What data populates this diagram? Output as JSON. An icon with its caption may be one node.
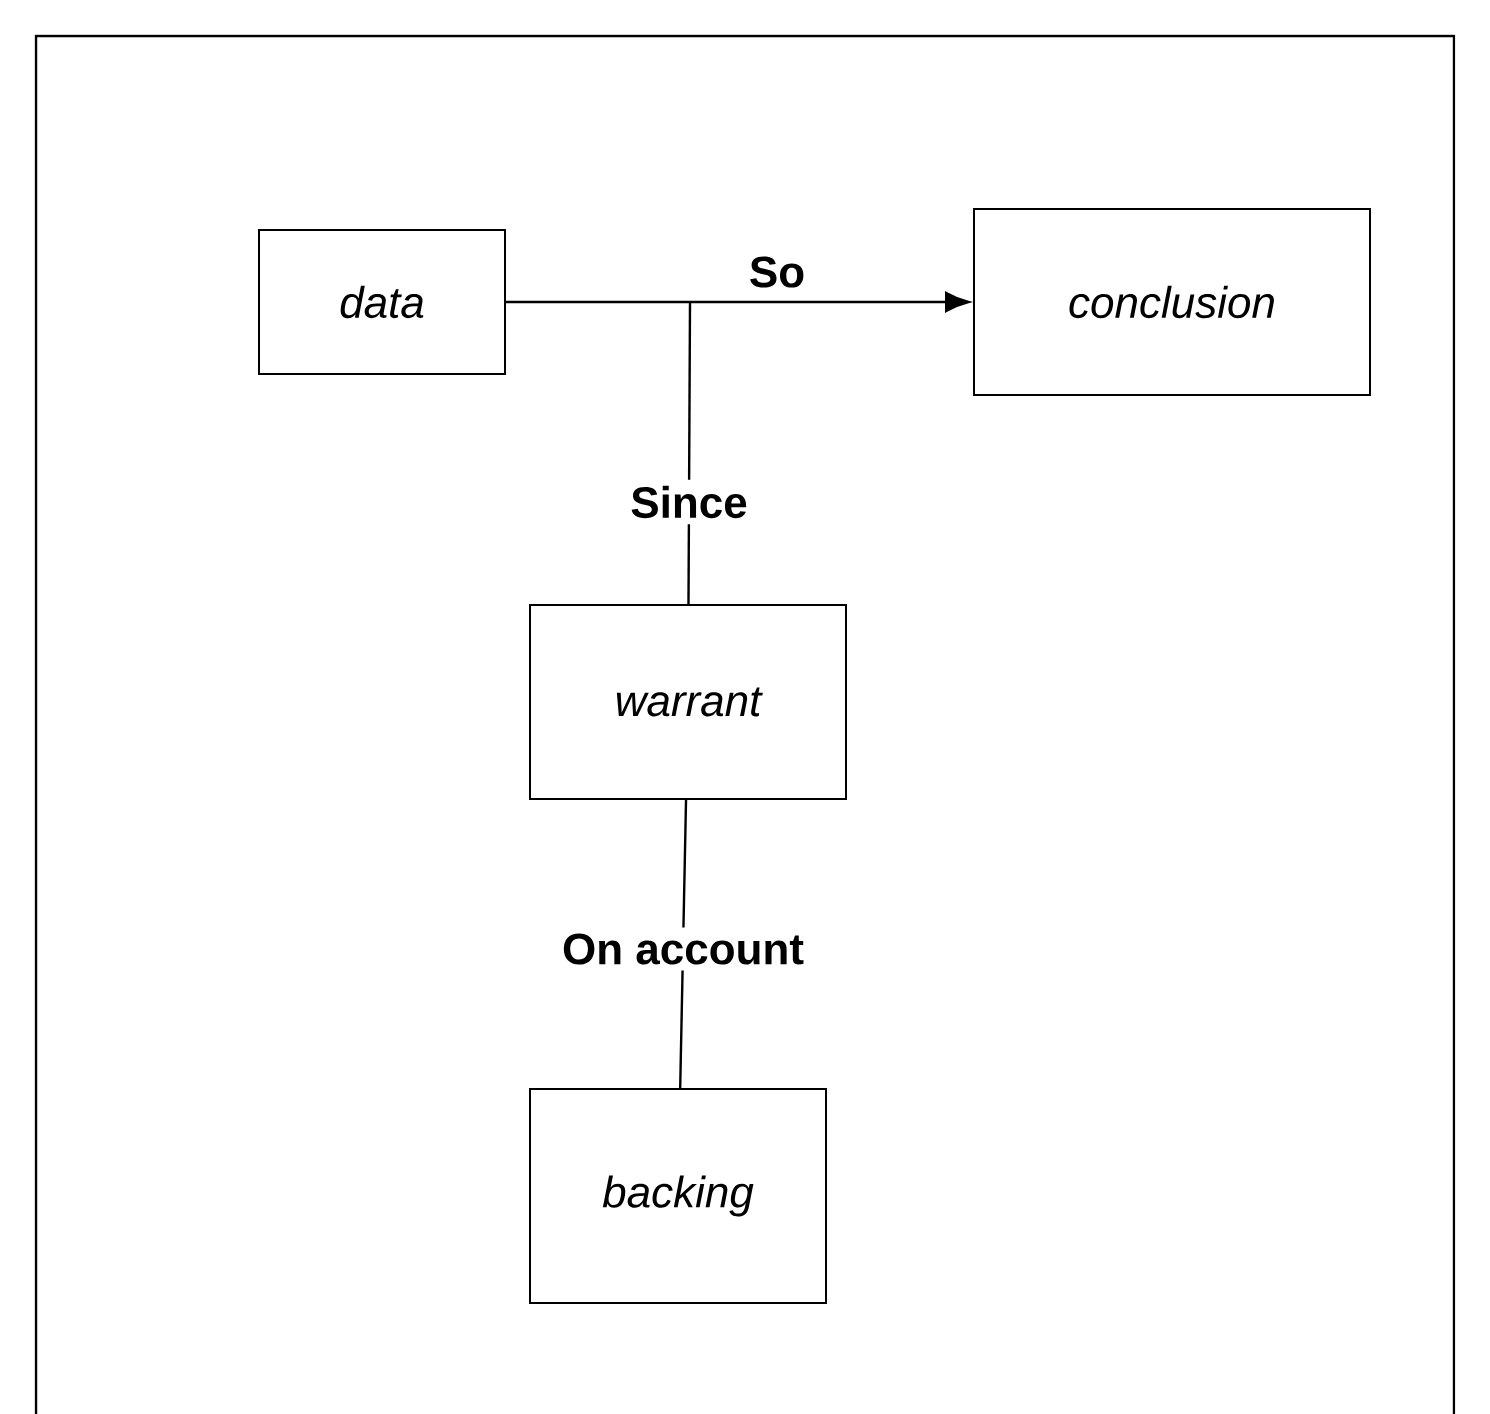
{
  "diagram": {
    "nodes": [
      {
        "text": [
          "data"
        ]
      },
      {
        "text": [
          "conclusion"
        ]
      },
      {
        "text": [
          "warrant"
        ]
      },
      {
        "text": [
          "backing"
        ]
      }
    ],
    "edges": [
      {
        "from": 0,
        "to": 1,
        "arrow": "to",
        "label": "So"
      },
      {
        "from": 2,
        "to": null,
        "arrow": "none",
        "label": "Since"
      },
      {
        "from": 2,
        "to": 3,
        "arrow": "none",
        "label": "On account"
      }
    ]
  }
}
